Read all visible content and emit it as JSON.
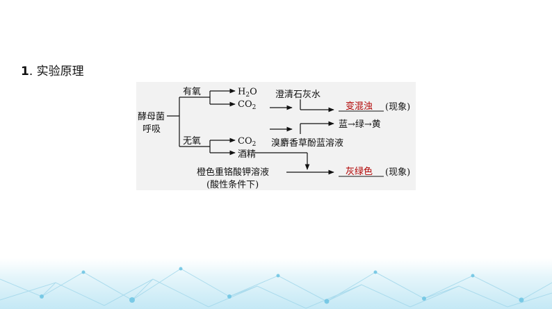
{
  "section": {
    "number": "1",
    "title": ". 实验原理"
  },
  "organism": {
    "line1": "酵母菌",
    "line2": "呼吸"
  },
  "aerobic": {
    "label": "有氧",
    "water": "H",
    "water_sub": "2",
    "water_tail": "O",
    "co2": "CO",
    "co2_sub": "2"
  },
  "anaerobic": {
    "label": "无氧",
    "co2": "CO",
    "co2_sub": "2",
    "alcohol": "酒精"
  },
  "reagents": {
    "limewater": "澄清石灰水",
    "btb": "溴麝香草酚蓝溶液",
    "dichromate_line1": "橙色重铬酸钾溶液",
    "dichromate_line2": "(酸性条件下)"
  },
  "results": {
    "turbid": "变混浊",
    "turbid_suffix": "(现象)",
    "color_change": "蓝→绿→黄",
    "gray_green": "灰绿色",
    "gray_green_suffix": "(现象)"
  },
  "colors": {
    "answer": "#b00000",
    "line": "#111111",
    "panel": "#f2f2f2"
  }
}
